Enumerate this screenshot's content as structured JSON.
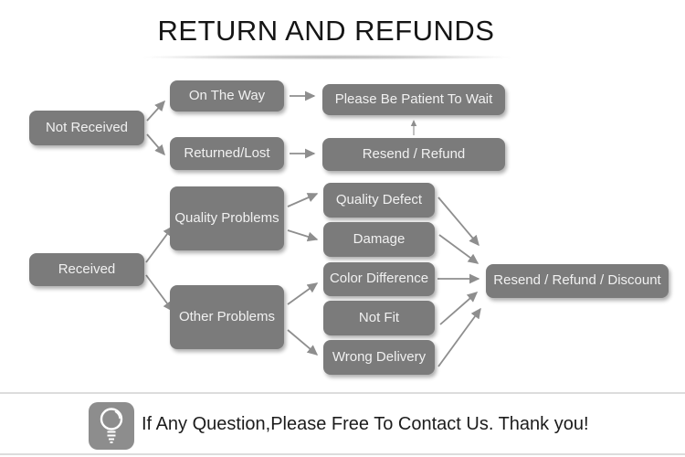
{
  "title": "RETURN AND REFUNDS",
  "flowchart": {
    "nodes": [
      {
        "id": "not-received",
        "label": "Not Received"
      },
      {
        "id": "on-the-way",
        "label": "On The Way"
      },
      {
        "id": "returned-lost",
        "label": "Returned/Lost"
      },
      {
        "id": "please-wait",
        "label": "Please Be Patient To Wait"
      },
      {
        "id": "resend-refund",
        "label": "Resend / Refund"
      },
      {
        "id": "received",
        "label": "Received"
      },
      {
        "id": "quality-problems",
        "label": "Quality Problems"
      },
      {
        "id": "other-problems",
        "label": "Other Problems"
      },
      {
        "id": "quality-defect",
        "label": "Quality Defect"
      },
      {
        "id": "damage",
        "label": "Damage"
      },
      {
        "id": "color-difference",
        "label": "Color Difference"
      },
      {
        "id": "not-fit",
        "label": "Not Fit"
      },
      {
        "id": "wrong-delivery",
        "label": "Wrong Delivery"
      },
      {
        "id": "resend-refund-discount",
        "label": "Resend / Refund / Discount"
      }
    ],
    "edges": [
      {
        "from": "not-received",
        "to": "on-the-way"
      },
      {
        "from": "not-received",
        "to": "returned-lost"
      },
      {
        "from": "on-the-way",
        "to": "please-wait"
      },
      {
        "from": "returned-lost",
        "to": "resend-refund"
      },
      {
        "from": "resend-refund",
        "to": "please-wait"
      },
      {
        "from": "received",
        "to": "quality-problems"
      },
      {
        "from": "received",
        "to": "other-problems"
      },
      {
        "from": "quality-problems",
        "to": "quality-defect"
      },
      {
        "from": "quality-problems",
        "to": "damage"
      },
      {
        "from": "other-problems",
        "to": "color-difference"
      },
      {
        "from": "other-problems",
        "to": "wrong-delivery"
      },
      {
        "from": "quality-defect",
        "to": "resend-refund-discount"
      },
      {
        "from": "damage",
        "to": "resend-refund-discount"
      },
      {
        "from": "color-difference",
        "to": "resend-refund-discount"
      },
      {
        "from": "not-fit",
        "to": "resend-refund-discount"
      },
      {
        "from": "wrong-delivery",
        "to": "resend-refund-discount"
      }
    ]
  },
  "footer": {
    "message": "If Any Question,Please Free To Contact Us. Thank you!",
    "icon": "lightbulb-icon"
  },
  "colors": {
    "node_fill": "#7b7b7b",
    "node_text": "#f1f1f1",
    "arrow": "#8e8e8e",
    "title_text": "#151515",
    "divider": "#dcdcdc",
    "badge_fill": "#8d8d8d"
  }
}
